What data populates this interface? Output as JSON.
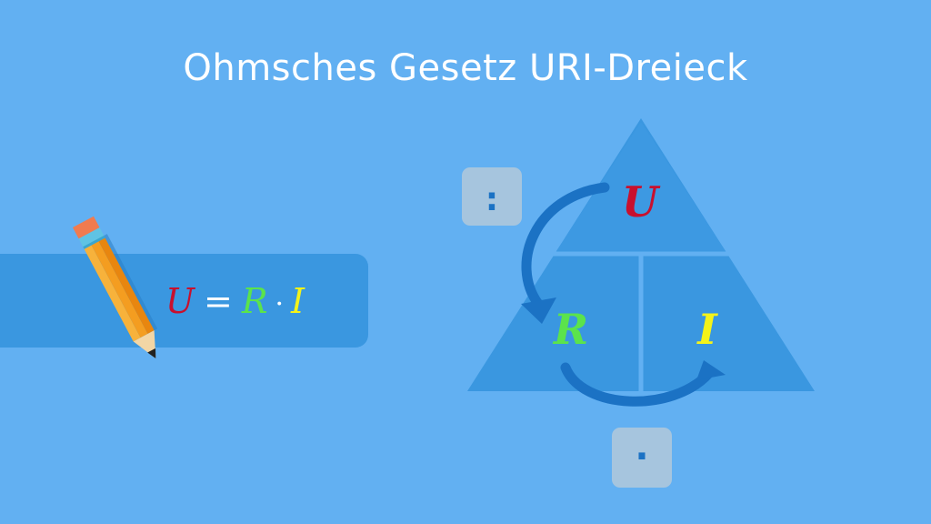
{
  "title": "Ohmsches Gesetz URI-Dreieck",
  "formula": {
    "lhs": "U",
    "equals": "=",
    "r": "R",
    "times": "·",
    "i": "I"
  },
  "triangle": {
    "top": "U",
    "left": "R",
    "right": "I"
  },
  "operators": {
    "divide": ":",
    "multiply": "·"
  },
  "colors": {
    "background": "#62b0f2",
    "panel": "#3a97e0",
    "arrow": "#1b72c4",
    "u": "#c8102e",
    "r": "#5be34c",
    "i": "#f4f31a",
    "operator_box": "#a6c5de"
  },
  "icons": [
    "pencil-icon",
    "curved-arrow-icon"
  ]
}
